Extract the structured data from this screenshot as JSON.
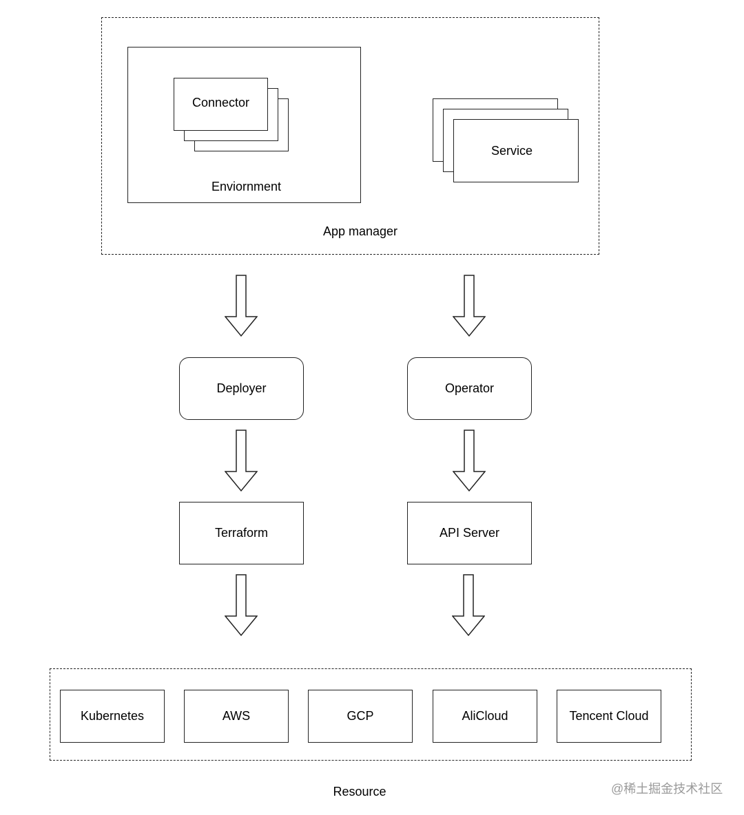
{
  "app_manager": {
    "label": "App manager",
    "environment": {
      "label": "Enviornment",
      "connector_label": "Connector"
    },
    "service_label": "Service"
  },
  "pipelines": {
    "left": {
      "middle_label": "Deployer",
      "tool_label": "Terraform"
    },
    "right": {
      "middle_label": "Operator",
      "tool_label": "API Server"
    }
  },
  "resource": {
    "label": "Resource",
    "items": [
      "Kubernetes",
      "AWS",
      "GCP",
      "AliCloud",
      "Tencent Cloud"
    ]
  },
  "watermark": "@稀土掘金技术社区"
}
